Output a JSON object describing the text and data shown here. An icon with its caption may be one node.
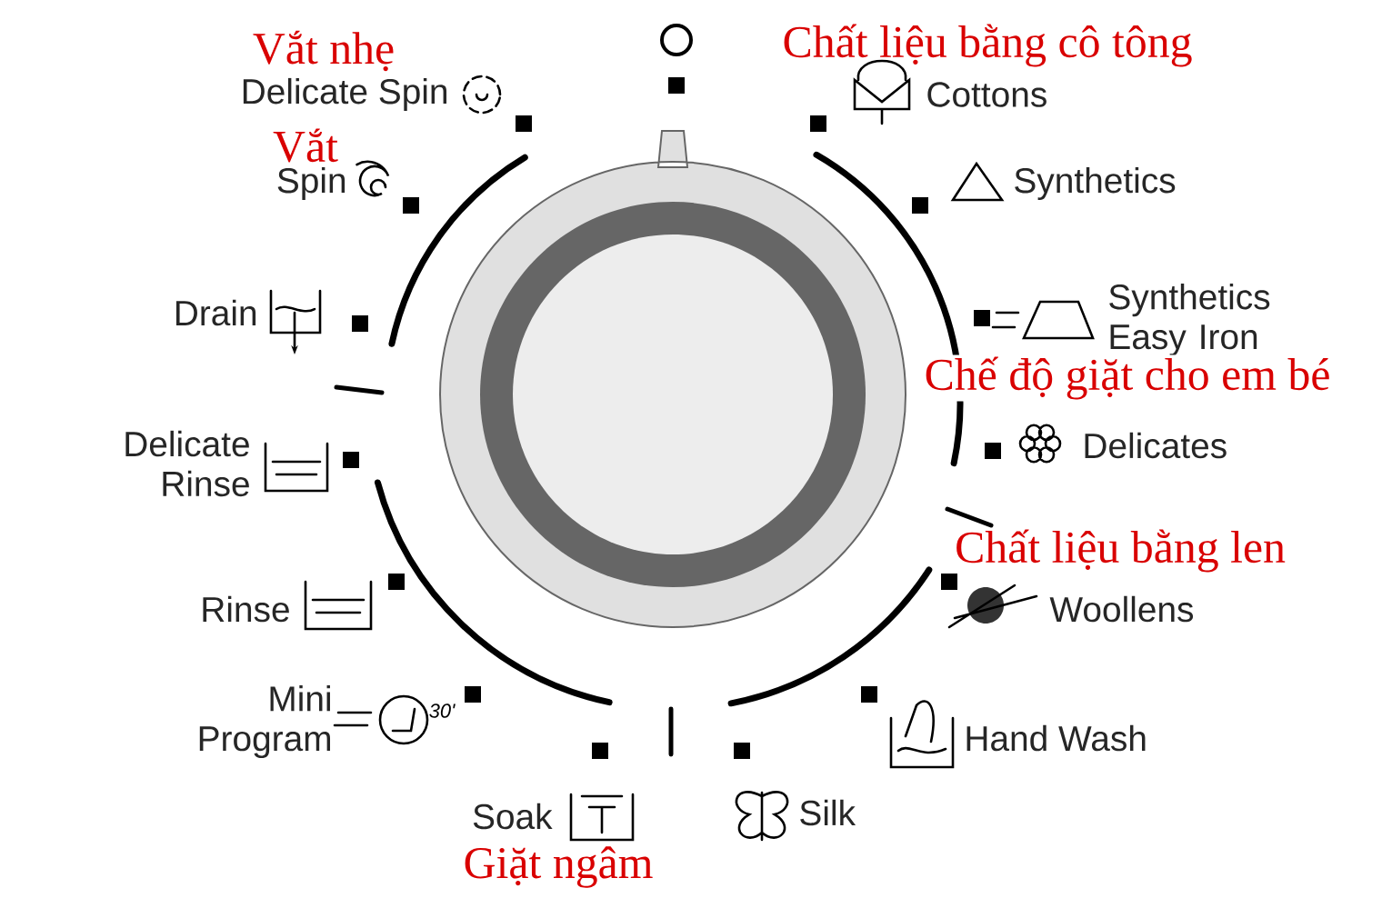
{
  "diagram": {
    "labels": [
      "Vắt nhẹ",
      "Chất liệu bằng cô tông",
      "Delicate Spin",
      "Cottons",
      "Vắt",
      "Spin",
      "Synthetics",
      "Drain",
      "Synthetics Easy Iron",
      "Chế độ giặt cho em bé",
      "Delicate Rinse",
      "Delicates",
      "Chất liệu bằng len",
      "Rinse",
      "Woollens",
      "Mini Program",
      "30'",
      "Hand Wash",
      "Soak",
      "Silk",
      "Giặt ngâm"
    ]
  }
}
